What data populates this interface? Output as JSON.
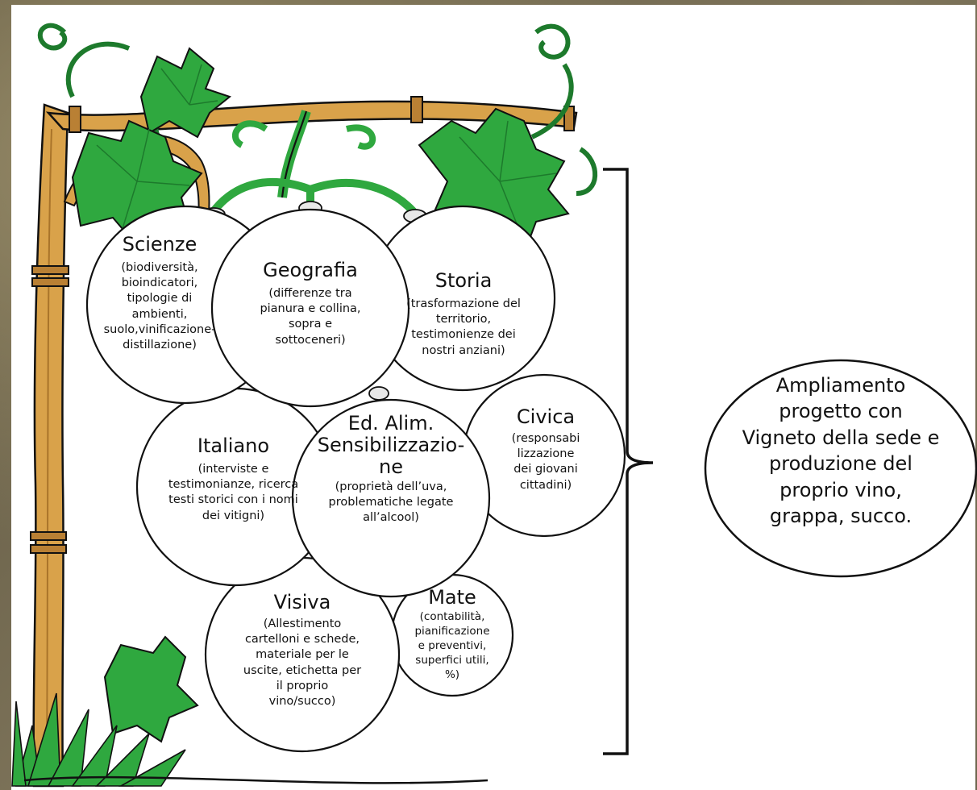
{
  "subjects": {
    "scienze": {
      "title": "Scienze",
      "body_lines": [
        "(biodiversità,",
        "bioindicatori,",
        "tipologie di",
        "ambienti,",
        "suolo,vinificazione-",
        "distillazione)"
      ]
    },
    "geografia": {
      "title": "Geografia",
      "body_lines": [
        "(differenze tra",
        "pianura e collina,",
        "sopra e",
        "sottoceneri)"
      ]
    },
    "storia": {
      "title": "Storia",
      "body_lines": [
        "(trasformazione del",
        "territorio,",
        "testimonienze dei",
        "nostri anziani)"
      ]
    },
    "civica": {
      "title": "Civica",
      "body_lines": [
        "(responsabi",
        "lizzazione",
        "dei giovani",
        "cittadini)"
      ]
    },
    "italiano": {
      "title": "Italiano",
      "body_lines": [
        "(interviste e",
        "testimonianze, ricerca",
        "testi storici con i nomi",
        "dei vitigni)"
      ]
    },
    "edalim": {
      "title_lines": [
        "Ed. Alim.",
        "Sensibilizzazio-",
        "ne"
      ],
      "body_lines": [
        "(proprietà dell’uva,",
        "problematiche legate",
        "all’alcool)"
      ]
    },
    "visiva": {
      "title": "Visiva",
      "body_lines": [
        "(Allestimento",
        "cartelloni e schede,",
        "materiale per le",
        "uscite, etichetta per",
        "il proprio",
        "vino/succo)"
      ]
    },
    "mate": {
      "title": "Mate",
      "body_lines": [
        "(contabilità,",
        "pianificazione",
        "e preventivi,",
        "superfici utili,",
        "%)"
      ]
    }
  },
  "outcome": {
    "lines": [
      "Ampliamento",
      "progetto con",
      "Vigneto della sede e",
      "produzione del",
      "proprio vino,",
      "grappa, succo."
    ]
  },
  "colors": {
    "leaf": "#2fa83f",
    "leaf_dark": "#1d7a2c",
    "pole": "#d9a24a",
    "pole_dark": "#a9742a",
    "stroke": "#111111",
    "background": "#6f6650"
  }
}
